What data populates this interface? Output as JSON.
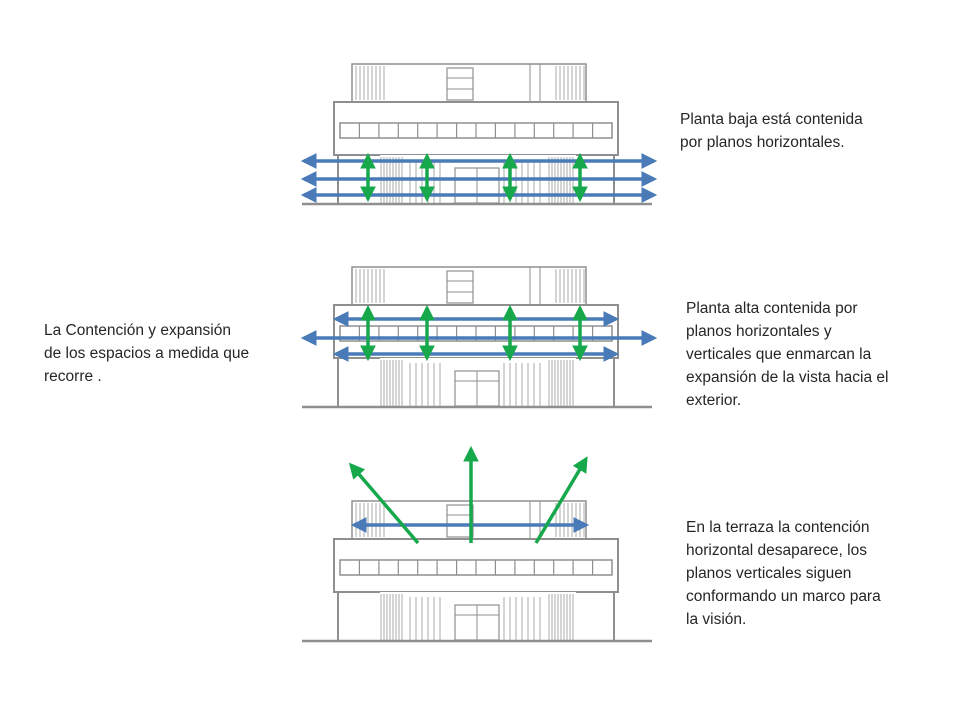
{
  "colors": {
    "horizontal_arrow": "#4a7ab8",
    "vertical_arrow": "#17a84c",
    "drawing_line": "#8f8f8f",
    "text": "#262626"
  },
  "notes": {
    "left": [
      "La Contención y expansión",
      "de los espacios a medida que",
      "recorre ."
    ],
    "ground_floor": [
      "Planta baja está contenida",
      "por planos horizontales."
    ],
    "upper_floor": [
      "Planta alta contenida por",
      "planos horizontales  y",
      "verticales que enmarcan la",
      "expansión de la vista hacia el",
      "exterior."
    ],
    "terrace": [
      "En la terraza la contención",
      "horizontal desaparece, los",
      "planos verticales siguen",
      "conformando un marco para",
      "la visión."
    ]
  },
  "elevations": [
    {
      "name": "ground-floor",
      "horizontal_arrows": 3,
      "vertical_arrows": 4
    },
    {
      "name": "upper-floor",
      "horizontal_arrows": 3,
      "vertical_arrows": 4
    },
    {
      "name": "terrace",
      "horizontal_arrows": 1,
      "vertical_arrows": 3
    }
  ]
}
